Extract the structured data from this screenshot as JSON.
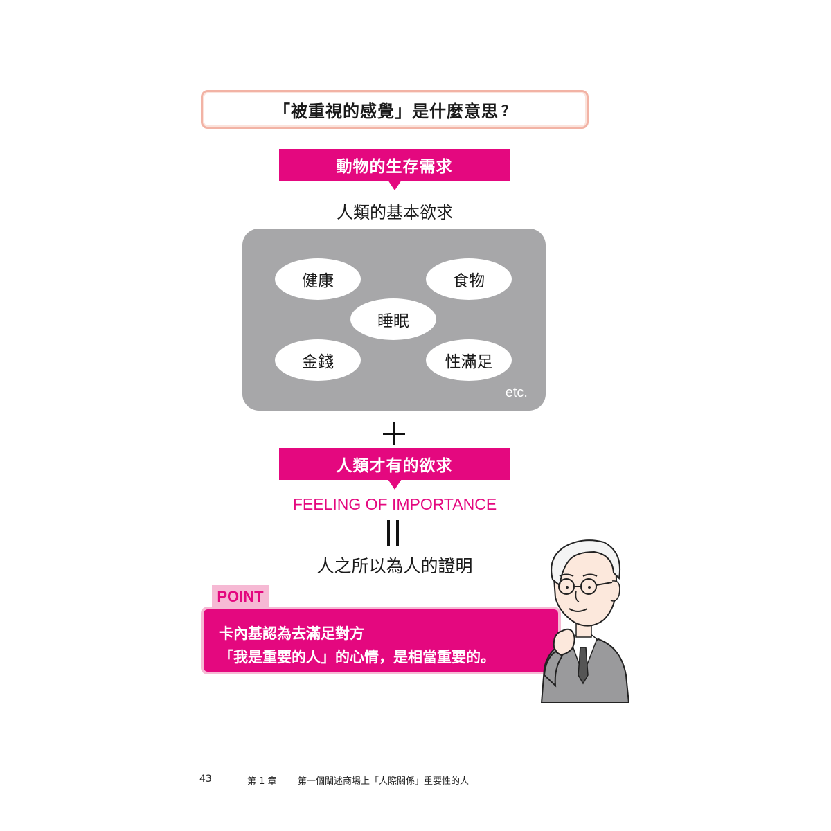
{
  "title": {
    "text": "「被重視的感覺」是什麼意思",
    "question_mark": "？"
  },
  "animal_needs_banner": "動物的生存需求",
  "basic_needs_label": "人類的基本欲求",
  "basic_needs": {
    "items": [
      "健康",
      "食物",
      "睡眠",
      "金錢",
      "性滿足"
    ],
    "etc": "etc."
  },
  "human_needs_banner": "人類才有的欲求",
  "feeling_text": "FEELING OF IMPORTANCE",
  "proof_text": "人之所以為人的證明",
  "point": {
    "tab": "POINT",
    "line1": "卡內基認為去滿足對方",
    "line2": "「我是重要的人」的心情，是相當重要的。"
  },
  "footer": {
    "page_number": "43",
    "chapter": "第 1 章",
    "chapter_title": "第一個闡述商場上「人際關係」重要性的人"
  },
  "colors": {
    "accent": "#e4087f",
    "accent_light": "#f6b9d4",
    "panel_gray": "#a7a7a9",
    "title_border": "#f2b3a5"
  }
}
